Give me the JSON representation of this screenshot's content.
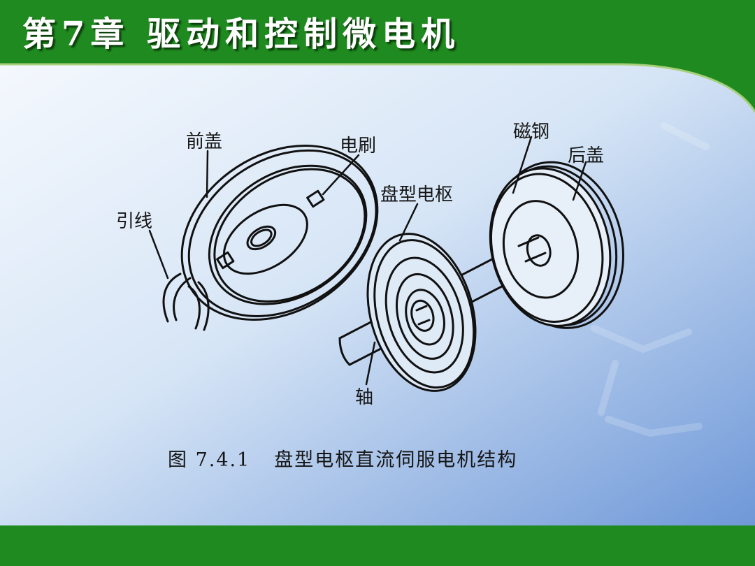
{
  "slide": {
    "title": "第7章 驱动和控制微电机",
    "colors": {
      "header_green": "#1f8a1f",
      "panel_blue": "#cfe0f4",
      "line": "#111111"
    }
  },
  "diagram": {
    "labels": {
      "front_cover": "前盖",
      "brush": "电刷",
      "lead_wire": "引线",
      "disk_armature": "盘型电枢",
      "magnet_steel": "磁钢",
      "rear_cover": "后盖",
      "shaft": "轴"
    },
    "caption": {
      "number": "图 7.4.1",
      "text": "盘型电枢直流伺服电机结构"
    }
  }
}
